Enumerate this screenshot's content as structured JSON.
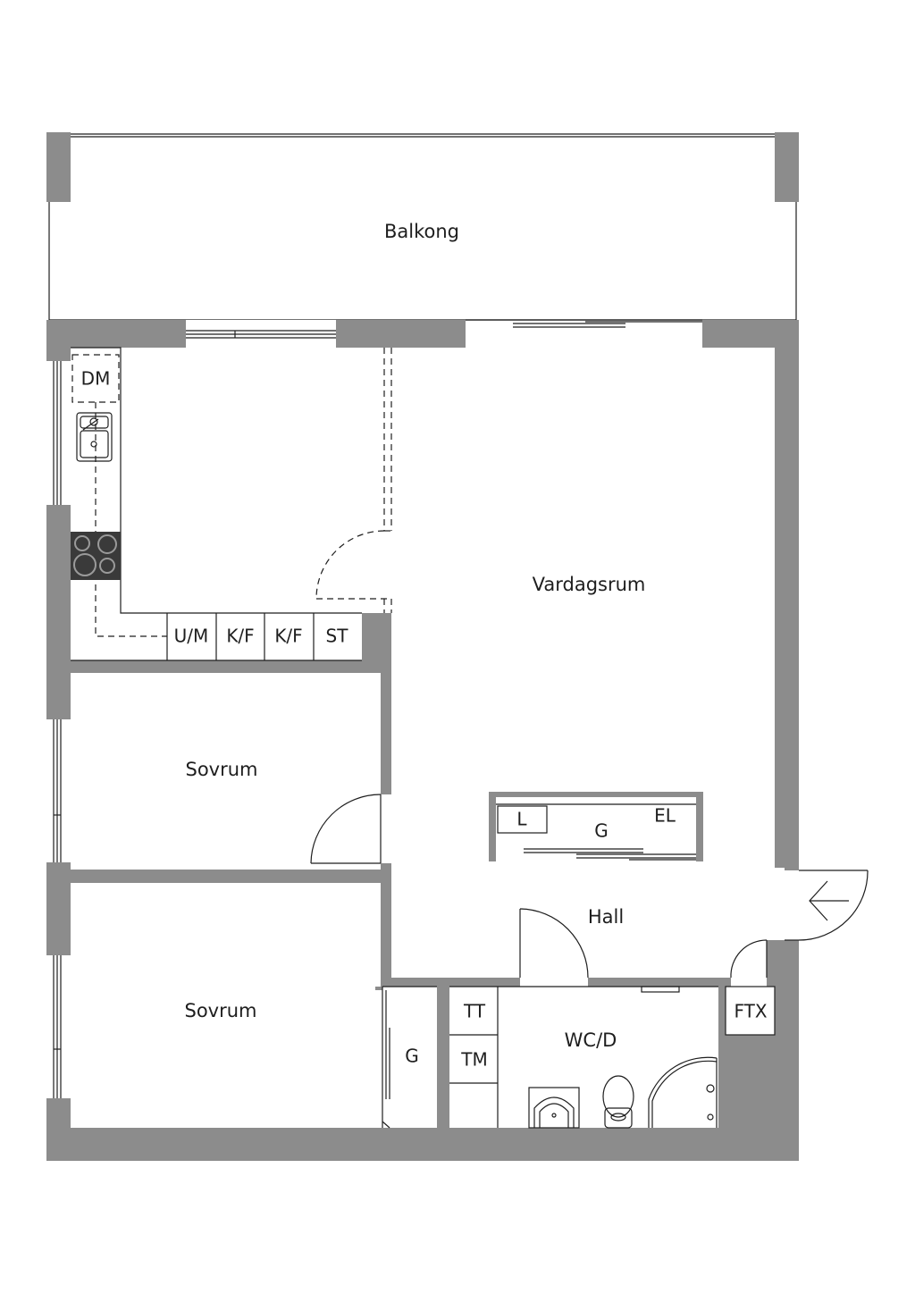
{
  "colors": {
    "wall": "#8c8c8c",
    "line": "#1e1e1e",
    "background": "#ffffff",
    "stove": "#3a3a3a"
  },
  "rooms": {
    "balcony": "Balkong",
    "living_room": "Vardagsrum",
    "bedroom_1": "Sovrum",
    "bedroom_2": "Sovrum",
    "hall": "Hall",
    "bathroom": "WC/D"
  },
  "fixtures": {
    "dishwasher": "DM",
    "fridge_freezer_under": "U/M",
    "fridge_freezer_1": "K/F",
    "fridge_freezer_2": "K/F",
    "storage_cabinet": "ST",
    "linen_closet": "L",
    "hall_wardrobe": "G",
    "electric_cabinet": "EL",
    "bedroom_wardrobe": "G",
    "dryer": "TT",
    "washing_machine": "TM",
    "ventilation_unit": "FTX"
  },
  "icons": {
    "sink": "kitchen-sink-icon",
    "stove": "stove-icon",
    "washbasin": "washbasin-icon",
    "toilet": "toilet-icon",
    "shower": "shower-icon",
    "entrance_arrow": "entrance-arrow-icon"
  }
}
